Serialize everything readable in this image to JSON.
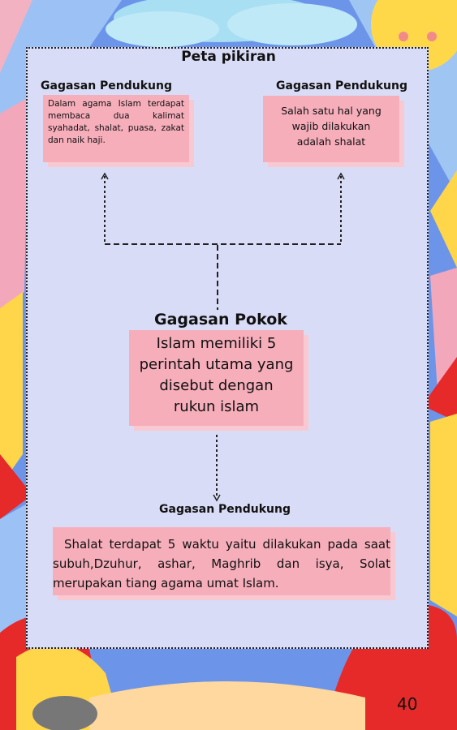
{
  "page_title": "Peta pikiran",
  "support_left": {
    "label": "Gagasan Pendukung",
    "text": "Dalam agama Islam terdapat membaca dua kalimat syahadat, shalat, puasa, zakat dan naik haji."
  },
  "support_right": {
    "label": "Gagasan Pendukung",
    "text": "Salah satu hal yang wajib dilakukan adalah shalat"
  },
  "main_idea": {
    "label": "Gagasan Pokok",
    "text": "Islam memiliki 5 perintah utama yang disebut dengan rukun islam"
  },
  "support_bottom": {
    "label": "Gagasan Pendukung",
    "text": "Shalat terdapat 5 waktu yaitu dilakukan pada saat subuh,Dzuhur, ashar, Maghrib dan isya, Solat merupakan tiang agama umat Islam."
  },
  "page_number": "40",
  "colors": {
    "card": "#f6aebb",
    "sheet": "#d9dcf6",
    "background_blue": "#5f8fe6",
    "accent_red": "#e62a2a",
    "accent_yellow": "#ffd54a"
  }
}
